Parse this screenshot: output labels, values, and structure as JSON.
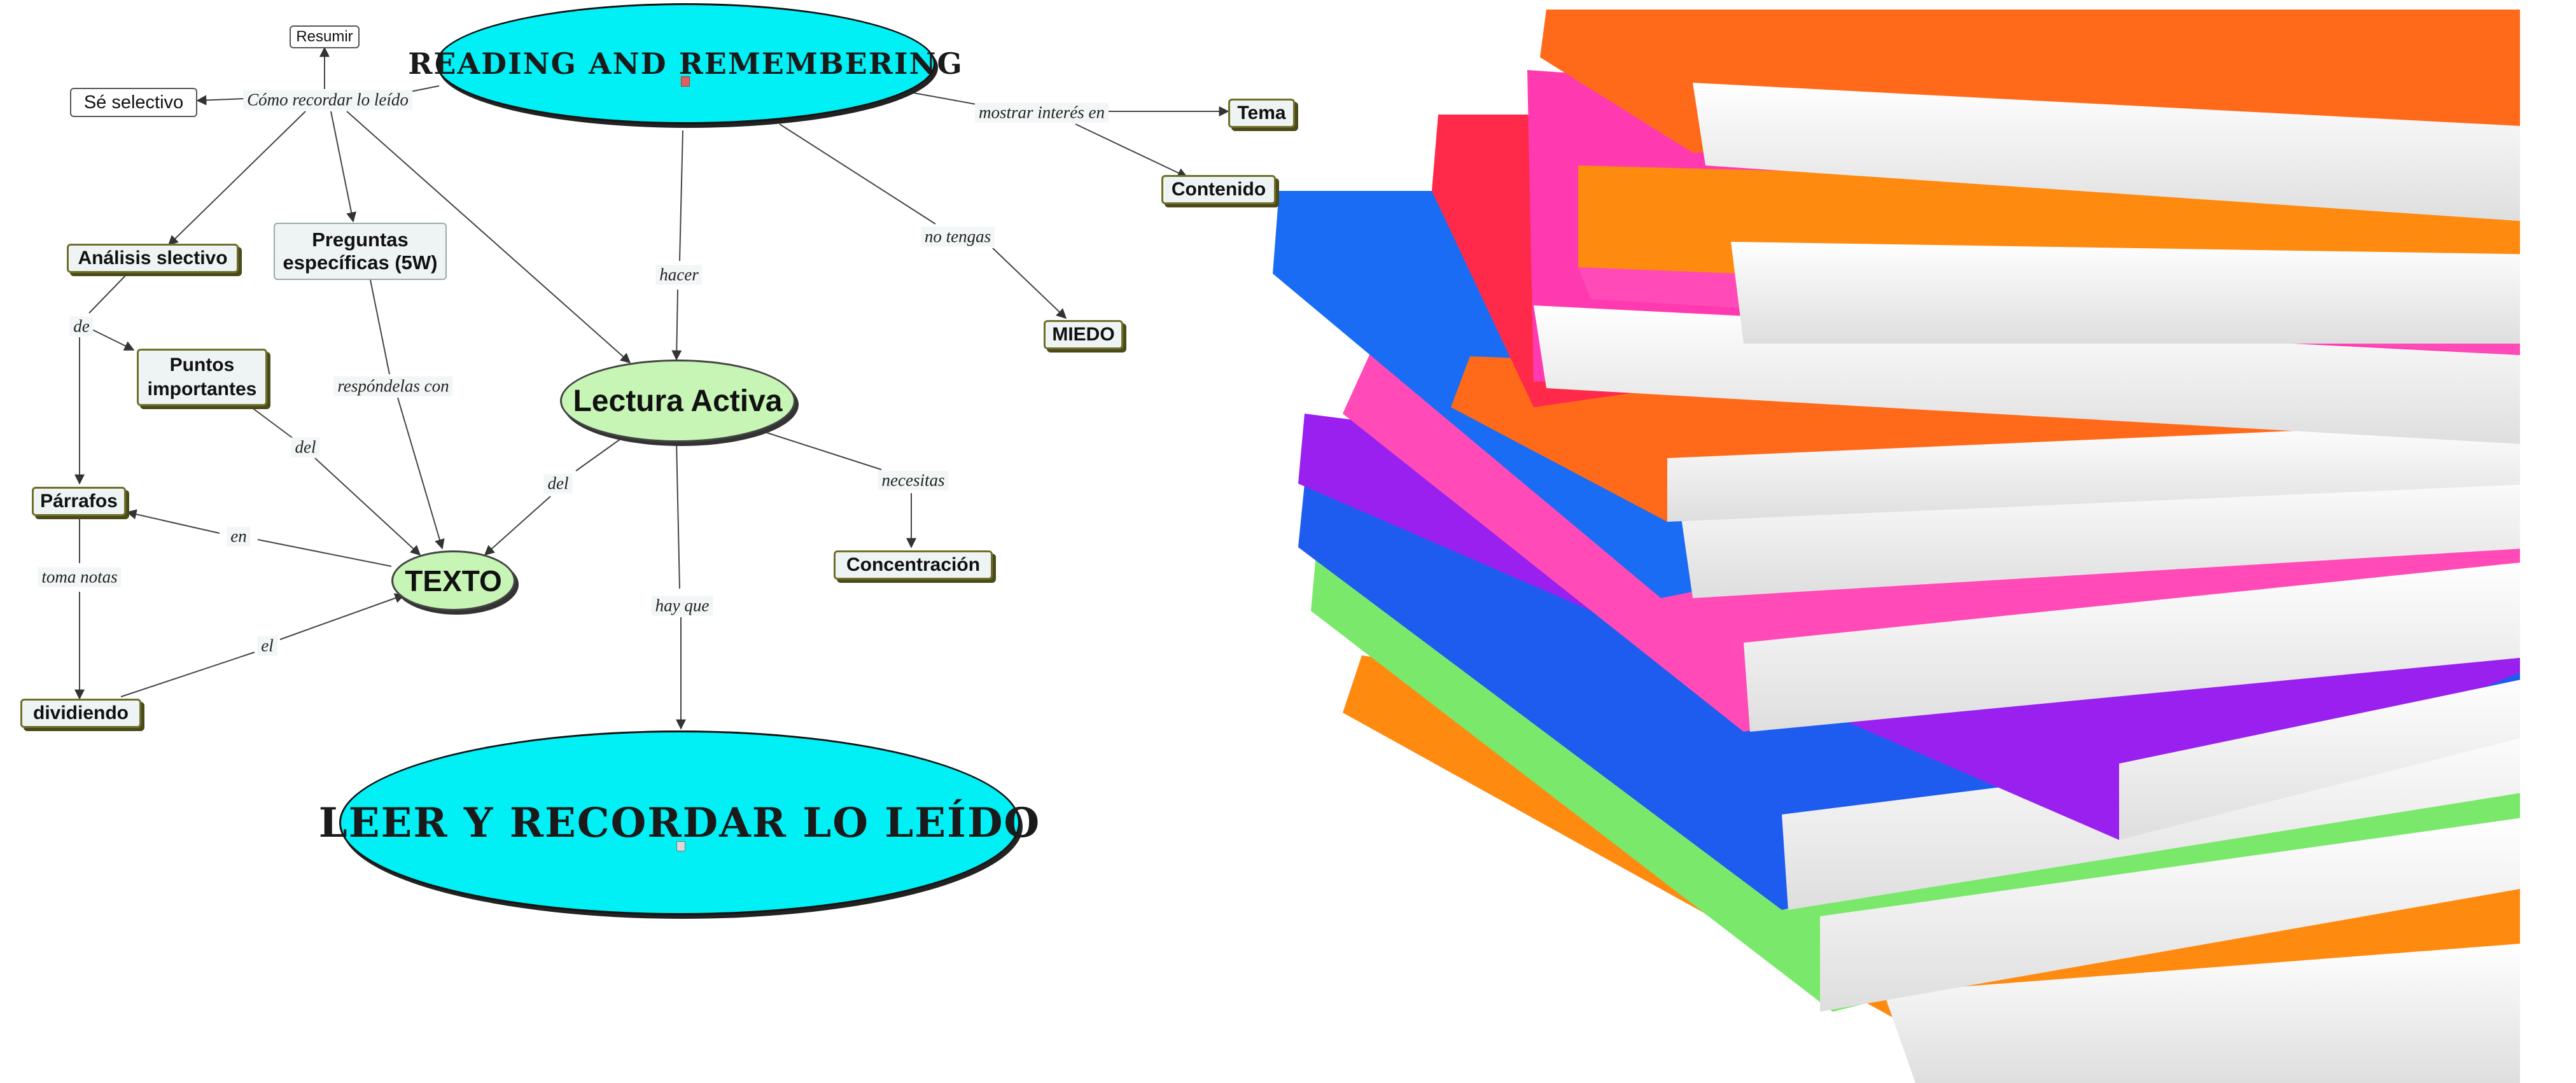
{
  "map": {
    "title": "READING AND REMEMBERING",
    "goal": "LEER Y RECORDAR LO LEÍDO",
    "concepts": {
      "resumir": "Resumir",
      "se_selectivo": "Sé selectivo",
      "tema": "Tema",
      "contenido": "Contenido",
      "analisis": "Análisis slectivo",
      "preguntas": "Preguntas específicas (5W)",
      "puntos": "Puntos importantes",
      "parrafos": "Párrafos",
      "texto": "TEXTO",
      "dividiendo": "dividiendo",
      "lectura_activa": "Lectura Activa",
      "miedo": "MIEDO",
      "concentracion": "Concentración"
    },
    "links": {
      "como_recordar": "Cómo recordar lo leído",
      "mostrar_interes": "mostrar interés en",
      "no_tengas": "no tengas",
      "hacer": "hacer",
      "de": "de",
      "respondelas": "respóndelas con",
      "del_1": "del",
      "del_2": "del",
      "en": "en",
      "toma_notas": "toma notas",
      "el": "el",
      "necesitas": "necesitas",
      "hay_que": "hay que"
    }
  },
  "colors": {
    "cyan_node": "#00f0f5",
    "green_node": "#c7f5b5",
    "olive_border": "#6f6f2a"
  },
  "image": {
    "subject": "stack-of-colorful-books"
  }
}
